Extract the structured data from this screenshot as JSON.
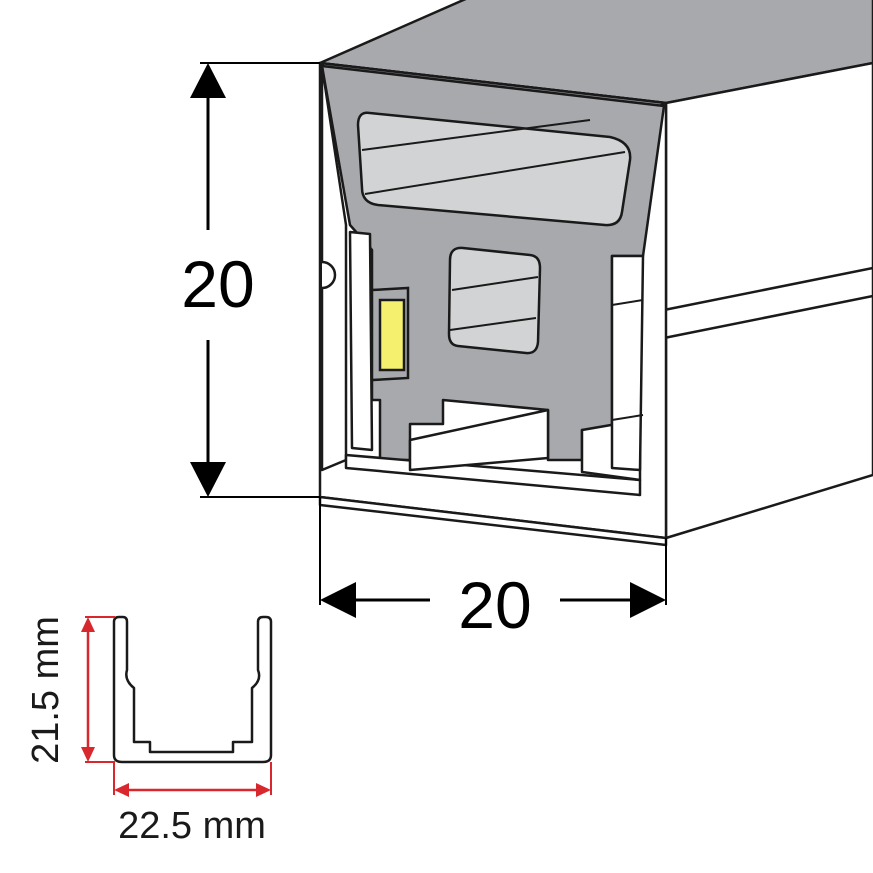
{
  "main_profile": {
    "height_label": "20",
    "width_label": "20"
  },
  "channel_profile": {
    "height_label": "21.5 mm",
    "width_label": "22.5 mm"
  },
  "colors": {
    "outline": "#1a1a1a",
    "profile_grey": "#a7a9ac",
    "cavity_grey": "#d1d3d4",
    "led_yellow": "#f5f06e",
    "dimension_red": "#d9272e"
  }
}
